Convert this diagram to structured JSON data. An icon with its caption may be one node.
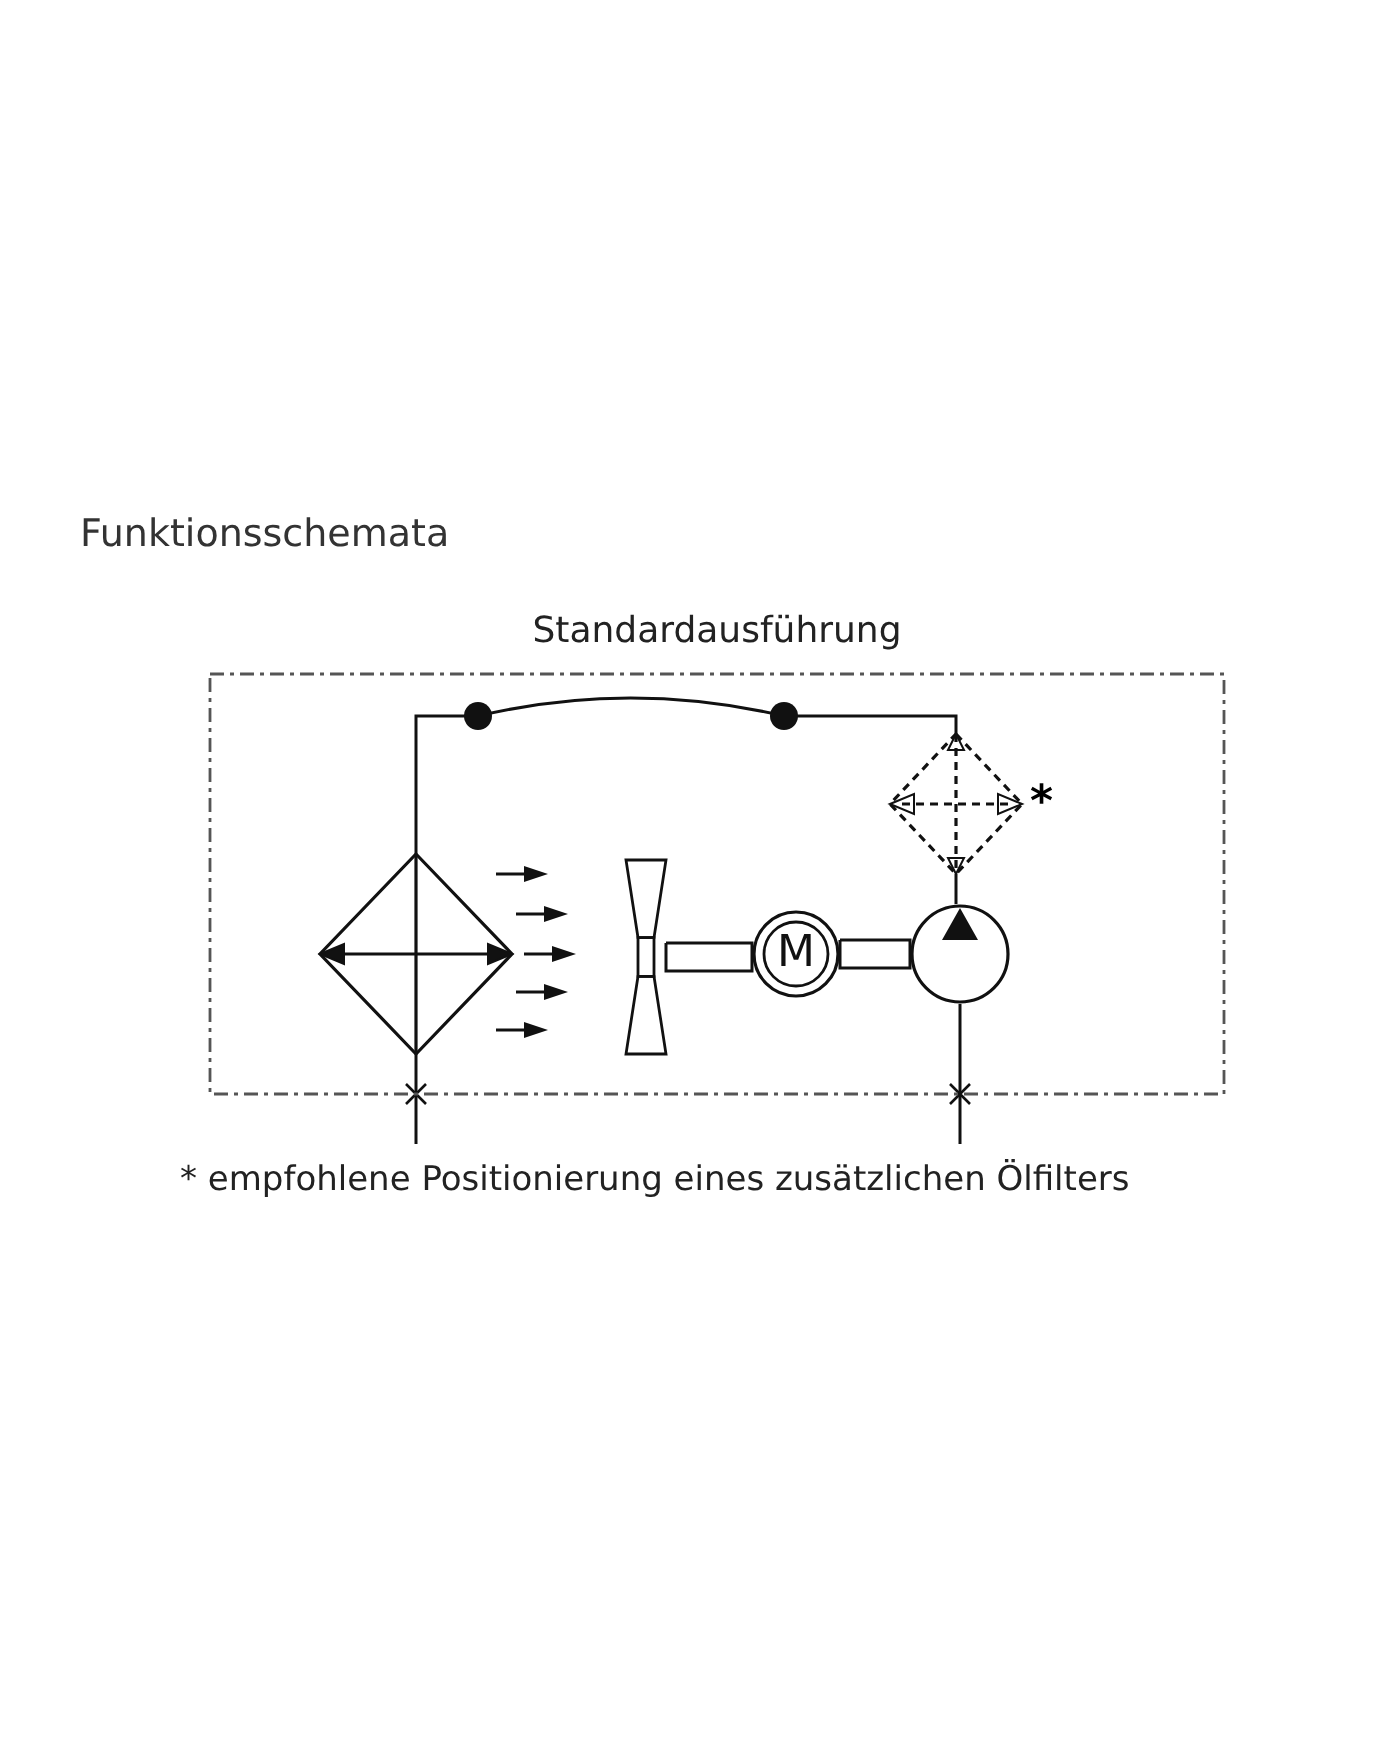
{
  "diagram": {
    "title": "Funktionsschemata",
    "caption": "* empfohlene Positionierung eines zusätzlichen Ölfilters",
    "nodes": [
      {
        "text": [
          "Standardausführung"
        ]
      },
      {
        "text": [],
        "shape": "diamond",
        "in": 0
      },
      {
        "text": [],
        "shape": "picture",
        "in": 0
      },
      {
        "text": [
          "M"
        ],
        "in": 0
      },
      {
        "text": [],
        "shape": "circle",
        "in": 0
      },
      {
        "text": [],
        "shape": "diamond",
        "in": 0,
        "beside": [
          "*"
        ]
      }
    ],
    "edges": [
      {
        "from": 1,
        "to": 5,
        "arrow": "none"
      },
      {
        "from": 5,
        "to": 4,
        "arrow": "none"
      },
      {
        "from": 2,
        "to": 3,
        "arrow": "none"
      },
      {
        "from": 3,
        "to": 4,
        "arrow": "none"
      },
      {
        "from": 1,
        "to": null,
        "arrow": "none"
      },
      {
        "from": 4,
        "to": null,
        "arrow": "none"
      }
    ]
  }
}
